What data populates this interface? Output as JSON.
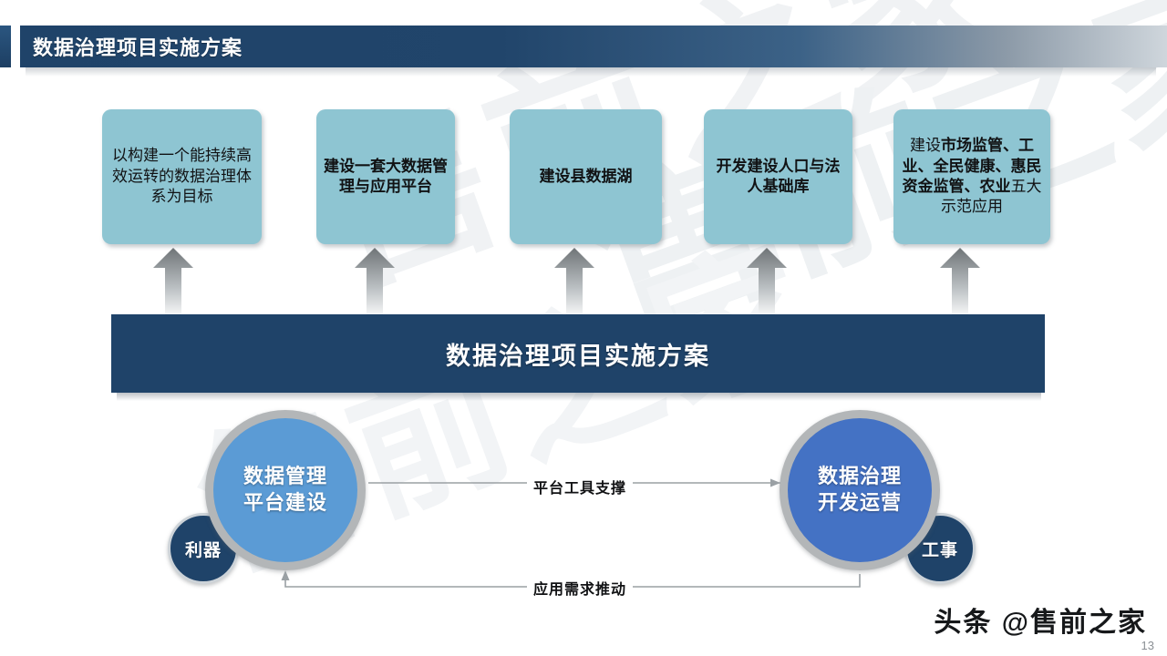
{
  "header": {
    "title": "数据治理项目实施方案"
  },
  "colors": {
    "navy": "#1F4369",
    "card_teal": "#8EC5D2",
    "circle_left_blue": "#5B9BD5",
    "circle_right_blue": "#4472C4",
    "ring_gray": "#B3B6B8",
    "arrow_gray": "#7F8285"
  },
  "cards": [
    {
      "id": "card-goal",
      "text": "以构建一个能持续高效运转的数据治理体系为目标",
      "weight": "regular"
    },
    {
      "id": "card-platform",
      "text": "建设一套大数据管理与应用平台",
      "weight": "bold"
    },
    {
      "id": "card-datalake",
      "text": "建设县数据湖",
      "weight": "bold"
    },
    {
      "id": "card-basedb",
      "text": "开发建设人口与法人基础库",
      "weight": "bold"
    },
    {
      "id": "card-apps",
      "text": "建设市场监管、工业、全民健康、惠民资金监管、农业五大示范应用",
      "weight": "mixed",
      "segments": [
        {
          "text": "建设",
          "bold": false
        },
        {
          "text": "市场监管、工业、全民健康、惠民资金监管、农业",
          "bold": true
        },
        {
          "text": "五大示范应用",
          "bold": false
        }
      ]
    }
  ],
  "banner": {
    "title": "数据治理项目实施方案"
  },
  "cycle": {
    "left_circle": {
      "label": "数据管理\n平台建设",
      "line1": "数据管理",
      "line2": "平台建设"
    },
    "right_circle": {
      "label": "数据治理\n开发运营",
      "line1": "数据治理",
      "line2": "开发运营"
    },
    "left_badge": "利器",
    "right_badge": "工事",
    "connector_top": "平台工具支撑",
    "connector_bottom": "应用需求推动"
  },
  "footer": {
    "watermark": "头条 @售前之家",
    "page_number": "13",
    "bg_watermark": "售前之家"
  }
}
